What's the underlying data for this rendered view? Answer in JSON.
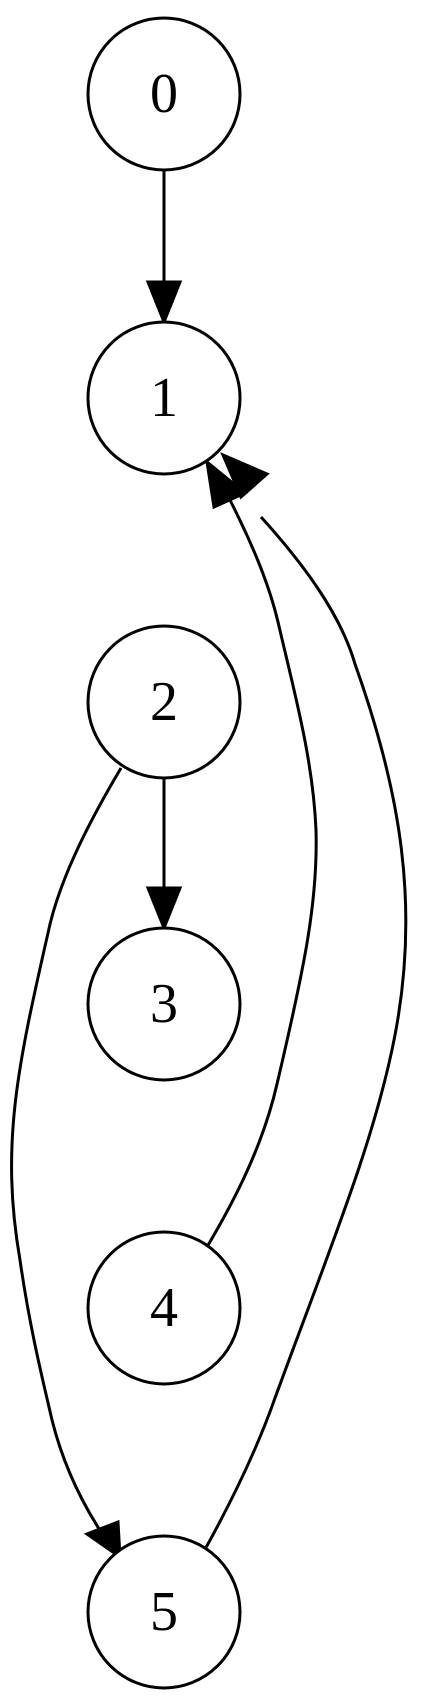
{
  "diagram": {
    "type": "directed-graph",
    "nodes": [
      {
        "id": "0",
        "label": "0"
      },
      {
        "id": "1",
        "label": "1"
      },
      {
        "id": "2",
        "label": "2"
      },
      {
        "id": "3",
        "label": "3"
      },
      {
        "id": "4",
        "label": "4"
      },
      {
        "id": "5",
        "label": "5"
      }
    ],
    "edges": [
      {
        "from": "0",
        "to": "1"
      },
      {
        "from": "2",
        "to": "3"
      },
      {
        "from": "2",
        "to": "5"
      },
      {
        "from": "4",
        "to": "1"
      },
      {
        "from": "5",
        "to": "1"
      }
    ],
    "colors": {
      "background": "#ffffff",
      "stroke": "#000000",
      "text": "#000000"
    }
  }
}
